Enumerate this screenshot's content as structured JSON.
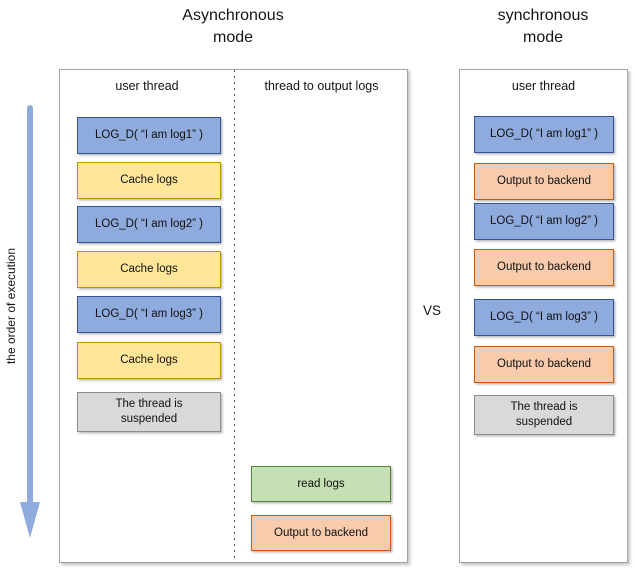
{
  "titles": {
    "async": "Asynchronous\nmode",
    "sync": "synchronous\nmode",
    "vs": "VS"
  },
  "execution_axis_label": "the order of execution",
  "async_panel": {
    "user_thread": {
      "header": "user thread",
      "boxes": [
        {
          "label": "LOG_D( “I am log1” )",
          "type": "log-call"
        },
        {
          "label": "Cache logs",
          "type": "cache"
        },
        {
          "label": "LOG_D( “I am log2” )",
          "type": "log-call"
        },
        {
          "label": "Cache logs",
          "type": "cache"
        },
        {
          "label": "LOG_D( “I am log3” )",
          "type": "log-call"
        },
        {
          "label": "Cache logs",
          "type": "cache"
        },
        {
          "label": "The thread is suspended",
          "type": "suspended"
        }
      ]
    },
    "output_thread": {
      "header": "thread to output logs",
      "boxes": [
        {
          "label": "read logs",
          "type": "read"
        },
        {
          "label": "Output to backend",
          "type": "output"
        }
      ]
    }
  },
  "sync_panel": {
    "header": "user thread",
    "boxes": [
      {
        "label": "LOG_D( “I am log1” )",
        "type": "log-call"
      },
      {
        "label": "Output to backend",
        "type": "output"
      },
      {
        "label": "LOG_D( “I am log2” )",
        "type": "log-call"
      },
      {
        "label": "Output to backend",
        "type": "output"
      },
      {
        "label": "LOG_D( “I am log3” )",
        "type": "log-call"
      },
      {
        "label": "Output to backend",
        "type": "output"
      },
      {
        "label": "The thread is suspended",
        "type": "suspended"
      }
    ]
  },
  "palette": {
    "log_call_fill": "#8faadc",
    "log_call_border": "#2f5597",
    "cache_fill": "#ffe699",
    "cache_border": "#bf9000",
    "read_fill": "#c5e0b4",
    "read_border": "#538135",
    "output_fill": "#f8cbad",
    "output_border": "#c55a11",
    "suspended_fill": "#d9d9d9",
    "suspended_border": "#8c8c8c",
    "arrow": "#8faadc"
  }
}
